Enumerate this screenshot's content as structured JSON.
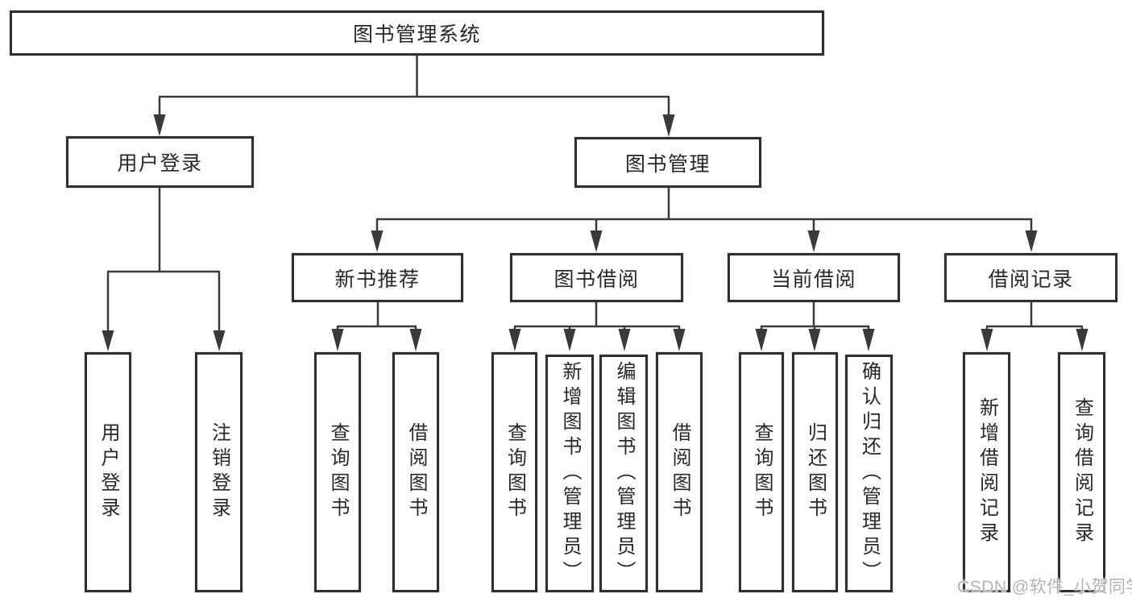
{
  "root": {
    "label": "图书管理系统"
  },
  "branches": [
    {
      "label": "用户登录",
      "children": [
        {
          "label": "用户登录"
        },
        {
          "label": "注销登录"
        }
      ]
    },
    {
      "label": "图书管理",
      "children": [
        {
          "label": "新书推荐",
          "children": [
            {
              "label": "查询图书"
            },
            {
              "label": "借阅图书"
            }
          ]
        },
        {
          "label": "图书借阅",
          "children": [
            {
              "label": "查询图书"
            },
            {
              "label": "新增图书（管理员）"
            },
            {
              "label": "编辑图书（管理员）"
            },
            {
              "label": "借阅图书"
            }
          ]
        },
        {
          "label": "当前借阅",
          "children": [
            {
              "label": "查询图书"
            },
            {
              "label": "归还图书"
            },
            {
              "label": "确认归还（管理员）"
            }
          ]
        },
        {
          "label": "借阅记录",
          "children": [
            {
              "label": "新增借阅记录"
            },
            {
              "label": "查询借阅记录"
            }
          ]
        }
      ]
    }
  ],
  "watermark": {
    "text": "CSDN @软件_小贺同学"
  }
}
